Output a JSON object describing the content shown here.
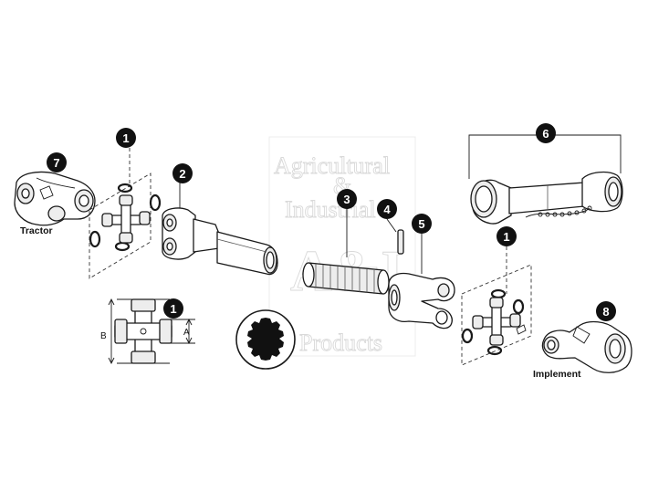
{
  "watermark": {
    "line1": "Agricultural",
    "line2": "&",
    "line3": "Industrial",
    "logo": "A&I",
    "line4": "Products"
  },
  "labels": {
    "tractor": "Tractor",
    "implement": "Implement",
    "dim_a": "A",
    "dim_b": "B"
  },
  "callouts": {
    "c1_top": "1",
    "c2": "2",
    "c3": "3",
    "c4": "4",
    "c5": "5",
    "c6": "6",
    "c7": "7",
    "c1_right": "1",
    "c1_cross": "1",
    "c8": "8"
  },
  "colors": {
    "ink": "#111111",
    "watermark": "#d9d9d9",
    "background": "#ffffff"
  }
}
